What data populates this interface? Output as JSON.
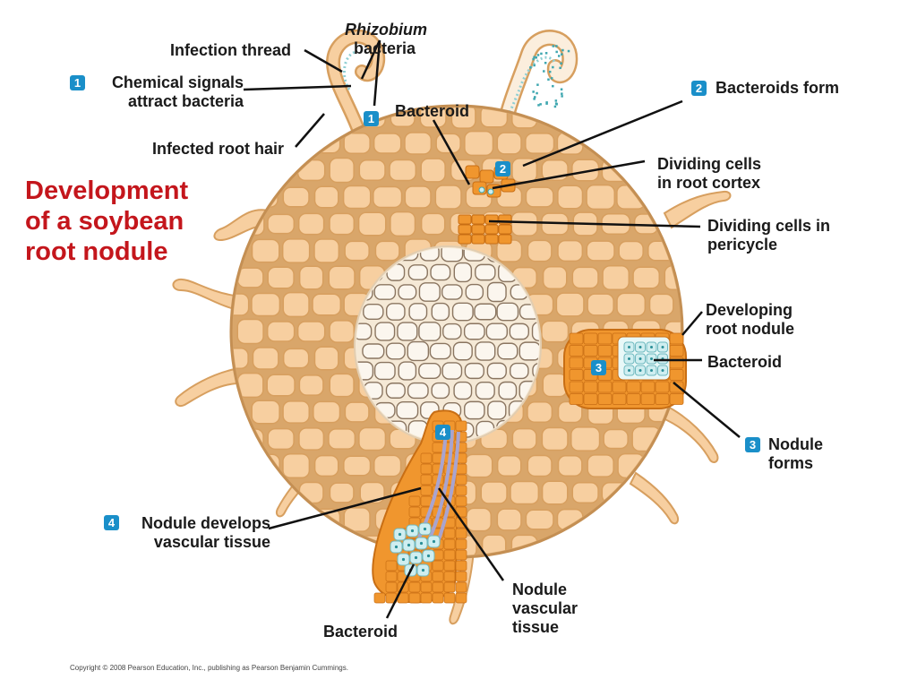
{
  "title_lines": [
    "Development",
    "of a soybean",
    "root nodule"
  ],
  "labels": {
    "rhizobium": "Rhizobium",
    "bacteria": "bacteria",
    "infection_thread": "Infection thread",
    "chemical_signals_1": "Chemical signals",
    "chemical_signals_2": "attract bacteria",
    "infected_root_hair": "Infected root hair",
    "bacteroid_top": "Bacteroid",
    "bacteroids_form": "Bacteroids form",
    "dividing_cortex_1": "Dividing cells",
    "dividing_cortex_2": "in root cortex",
    "dividing_pericycle_1": "Dividing cells in",
    "dividing_pericycle_2": "pericycle",
    "developing_nodule_1": "Developing",
    "developing_nodule_2": "root nodule",
    "bacteroid_right": "Bacteroid",
    "nodule_forms_1": "Nodule",
    "nodule_forms_2": "forms",
    "nodule_vascular_1": "Nodule develops",
    "nodule_vascular_2": "vascular tissue",
    "vascular_tissue_1": "Nodule",
    "vascular_tissue_2": "vascular",
    "vascular_tissue_3": "tissue",
    "bacteroid_bottom": "Bacteroid"
  },
  "steps": {
    "step1_a": "1",
    "step1_b": "1",
    "step2_a": "2",
    "step2_b": "2",
    "step3_a": "3",
    "step3_b": "3",
    "step4_a": "4",
    "step4_b": "4"
  },
  "copyright": "Copyright © 2008 Pearson Education, Inc., publishing as Pearson Benjamin Cummings.",
  "colors": {
    "title": "#c4161c",
    "badge": "#1a8fc9",
    "cell_fill": "#f7cfa0",
    "cell_edge": "#d79f5f",
    "matrix": "#d9a66a",
    "stele": "#f5e9d6",
    "dividing": "#f0962e",
    "bacteroid": "#cfeef0",
    "vascular": "#a9a4cf"
  }
}
